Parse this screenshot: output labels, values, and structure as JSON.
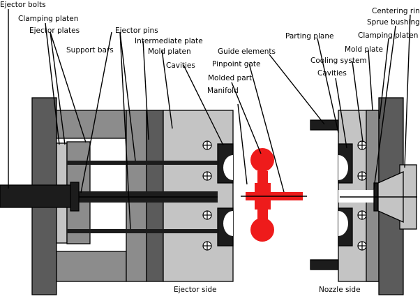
{
  "colors": {
    "dark": "#5b5b5b",
    "medium": "#8c8c8c",
    "light": "#c4c4c4",
    "black": "#1c1c1c",
    "molded_part": "#ee1b1b",
    "background": "#ffffff"
  },
  "labels": {
    "ejector_bolts": "Ejector bolts",
    "clamping_platen_left": "Clamping platen",
    "ejector_plates": "Ejector plates",
    "support_bars": "Support bars",
    "ejector_pins": "Ejector pins",
    "intermediate_plate": "Intermediate plate",
    "mold_platen": "Mold platen",
    "cavities_left": "Cavities",
    "guide_elements": "Guide elements",
    "pinpoint_gate": "Pinpoint gate",
    "molded_part": "Molded part",
    "manifold": "Manifold",
    "parting_plane": "Parting plane",
    "cooling_system": "Cooling system",
    "cavities_right": "Cavities",
    "mold_plate": "Mold plate",
    "clamping_platen_right": "Clamping platen",
    "sprue_bushing": "Sprue bushing",
    "centering_ring": "Centering ring",
    "ejector_side": "Ejector side",
    "nozzle_side": "Nozzle side"
  }
}
